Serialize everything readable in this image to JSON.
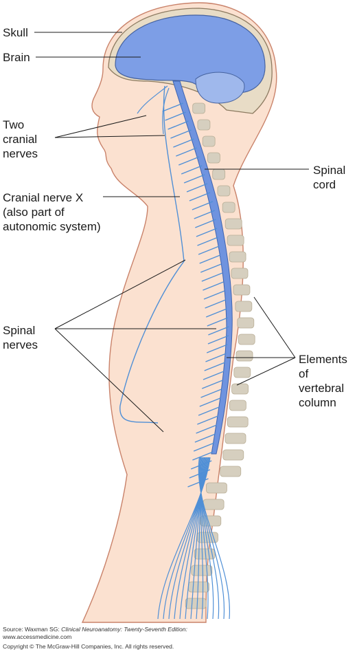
{
  "labels": {
    "skull": "Skull",
    "brain": "Brain",
    "cranial_nerves": "Two\ncranial\nnerves",
    "cranial_nerve_x": "Cranial nerve X\n(also part of\nautonomic system)",
    "spinal_nerves": "Spinal\nnerves",
    "spinal_cord": "Spinal\ncord",
    "vertebral_column": "Elements\nof\nvertebral\ncolumn"
  },
  "footer": {
    "source_prefix": "Source: Waxman SG: ",
    "source_title": "Clinical Neuroanatomy: Twenty-Seventh Edition:",
    "website": "www.accessmedicine.com",
    "copyright": "Copyright © The McGraw-Hill Companies, Inc. All rights reserved."
  },
  "colors": {
    "skin": "#fbe1d0",
    "skin_outline": "#c9826a",
    "brain": "#7d9ee6",
    "nerve": "#4f8fd6",
    "cord": "#6f93df",
    "bone": "#d6cfbf",
    "leader": "#1a1a1a"
  }
}
